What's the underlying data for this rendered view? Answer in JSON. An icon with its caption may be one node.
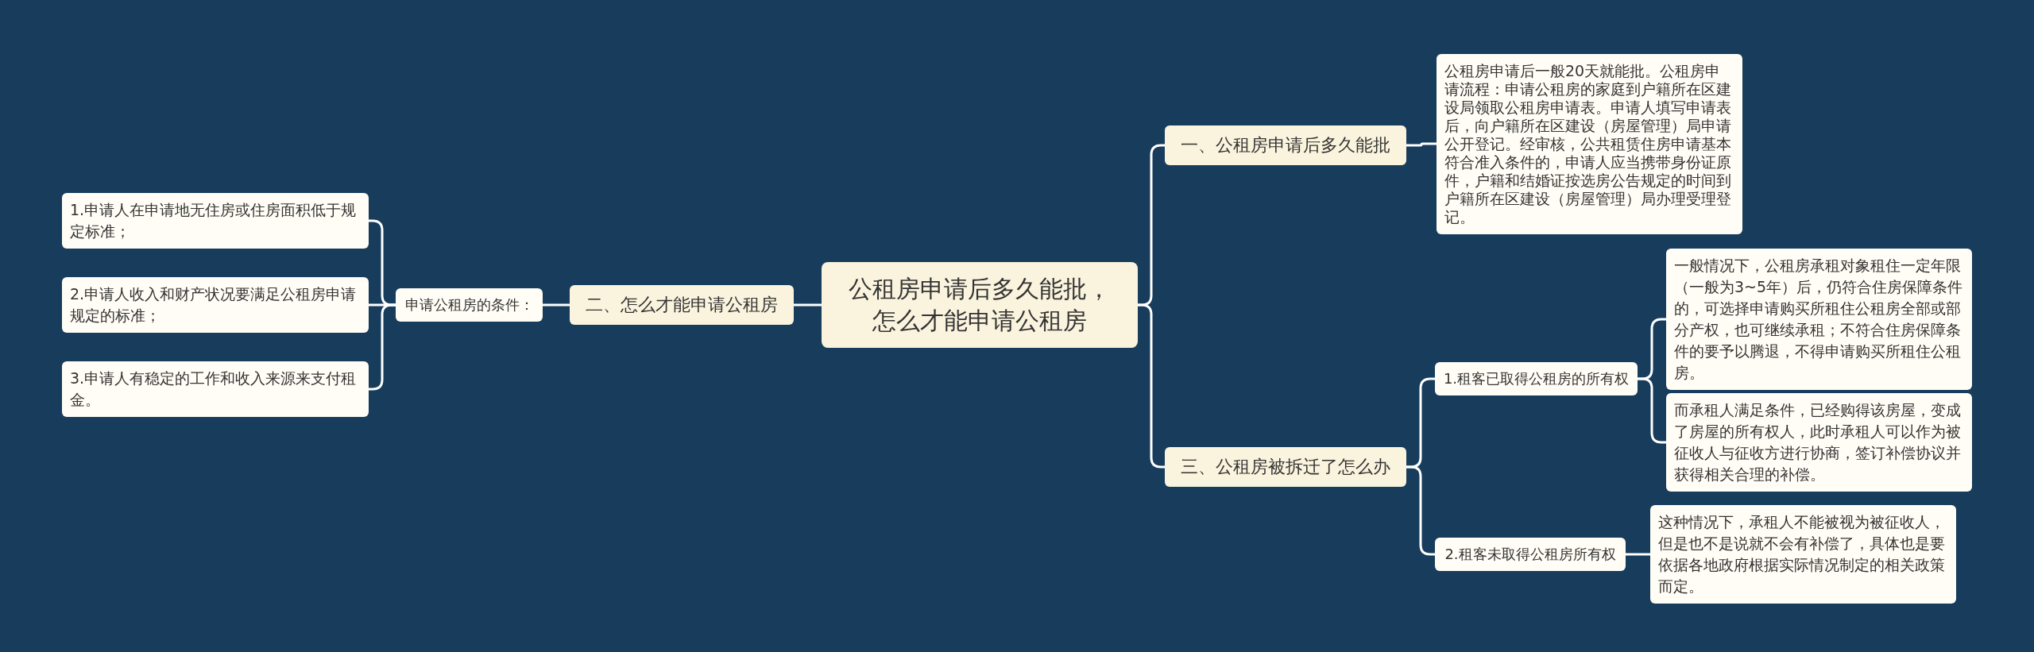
{
  "diagram": {
    "nodes": [
      {
        "text": [
          "公租房申请后多久能批，怎么才能申请公租房"
        ]
      },
      {
        "text": [
          "一、公租房申请后多久能批"
        ]
      },
      {
        "text": [
          "公租房申请后一般20天就能批。公租房申请流程：申请公租房的家庭到户籍所在区建设局领取公租房申请表。申请人填写申请表后，向户籍所在区建设（房屋管理）局申请公开登记。经审核，公共租赁住房申请基本符合准入条件的，申请人应当携带身份证原件，户籍和结婚证按选房公告规定的时间到户籍所在区建设（房屋管理）局办理受理登记。"
        ]
      },
      {
        "text": [
          "二、怎么才能申请公租房"
        ]
      },
      {
        "text": [
          "申请公租房的条件："
        ]
      },
      {
        "text": [
          "1.申请人在申请地无住房或住房面积低于规定标准；"
        ]
      },
      {
        "text": [
          "2.申请人收入和财产状况要满足公租房申请规定的标准；"
        ]
      },
      {
        "text": [
          "3.申请人有稳定的工作和收入来源来支付租金。"
        ]
      },
      {
        "text": [
          "三、公租房被拆迁了怎么办"
        ]
      },
      {
        "text": [
          "1.租客已取得公租房的所有权"
        ]
      },
      {
        "text": [
          "一般情况下，公租房承租对象租住一定年限（一般为3~5年）后，仍符合住房保障条件的，可选择申请购买所租住公租房全部或部分产权，也可继续承租；不符合住房保障条件的要予以腾退，不得申请购买所租住公租房。"
        ]
      },
      {
        "text": [
          "而承租人满足条件，已经购得该房屋，变成了房屋的所有权人，此时承租人可以作为被征收人与征收方进行协商，签订补偿协议并获得相关合理的补偿。"
        ]
      },
      {
        "text": [
          "2.租客未取得公租房所有权"
        ]
      },
      {
        "text": [
          "这种情况下，承租人不能被视为被征收人，但是也不是说就不会有补偿了，具体也是要依据各地政府根据实际情况制定的相关政策而定。"
        ]
      }
    ],
    "edges": [
      {
        "from": 0,
        "to": 1,
        "arrow": "none"
      },
      {
        "from": 1,
        "to": 2,
        "arrow": "none"
      },
      {
        "from": 0,
        "to": 3,
        "arrow": "none"
      },
      {
        "from": 3,
        "to": 4,
        "arrow": "none"
      },
      {
        "from": 4,
        "to": 5,
        "arrow": "none"
      },
      {
        "from": 4,
        "to": 6,
        "arrow": "none"
      },
      {
        "from": 4,
        "to": 7,
        "arrow": "none"
      },
      {
        "from": 0,
        "to": 8,
        "arrow": "none"
      },
      {
        "from": 8,
        "to": 9,
        "arrow": "none"
      },
      {
        "from": 9,
        "to": 10,
        "arrow": "none"
      },
      {
        "from": 9,
        "to": 11,
        "arrow": "none"
      },
      {
        "from": 8,
        "to": 12,
        "arrow": "none"
      },
      {
        "from": 12,
        "to": 13,
        "arrow": "none"
      }
    ]
  }
}
